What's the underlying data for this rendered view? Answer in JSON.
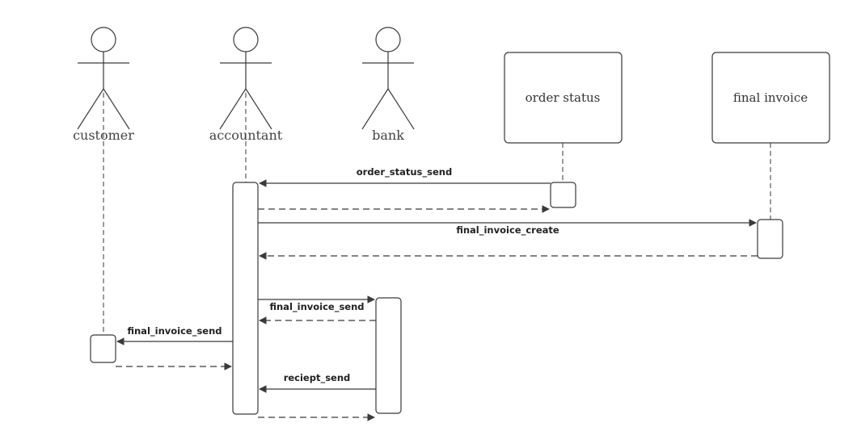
{
  "actors": {
    "customer": "customer",
    "accountant": "accountant",
    "bank": "bank"
  },
  "objects": {
    "order_status": "order status",
    "final_invoice": "final invoice"
  },
  "messages": {
    "order_status_send": "order_status_send",
    "final_invoice_create": "final_invoice_create",
    "final_invoice_send_bank": "final_invoice_send",
    "final_invoice_send_customer": "final_invoice_send",
    "reciept_send": "reciept_send"
  },
  "colors": {
    "line": "#3a3a3a",
    "background": "#ffffff"
  }
}
